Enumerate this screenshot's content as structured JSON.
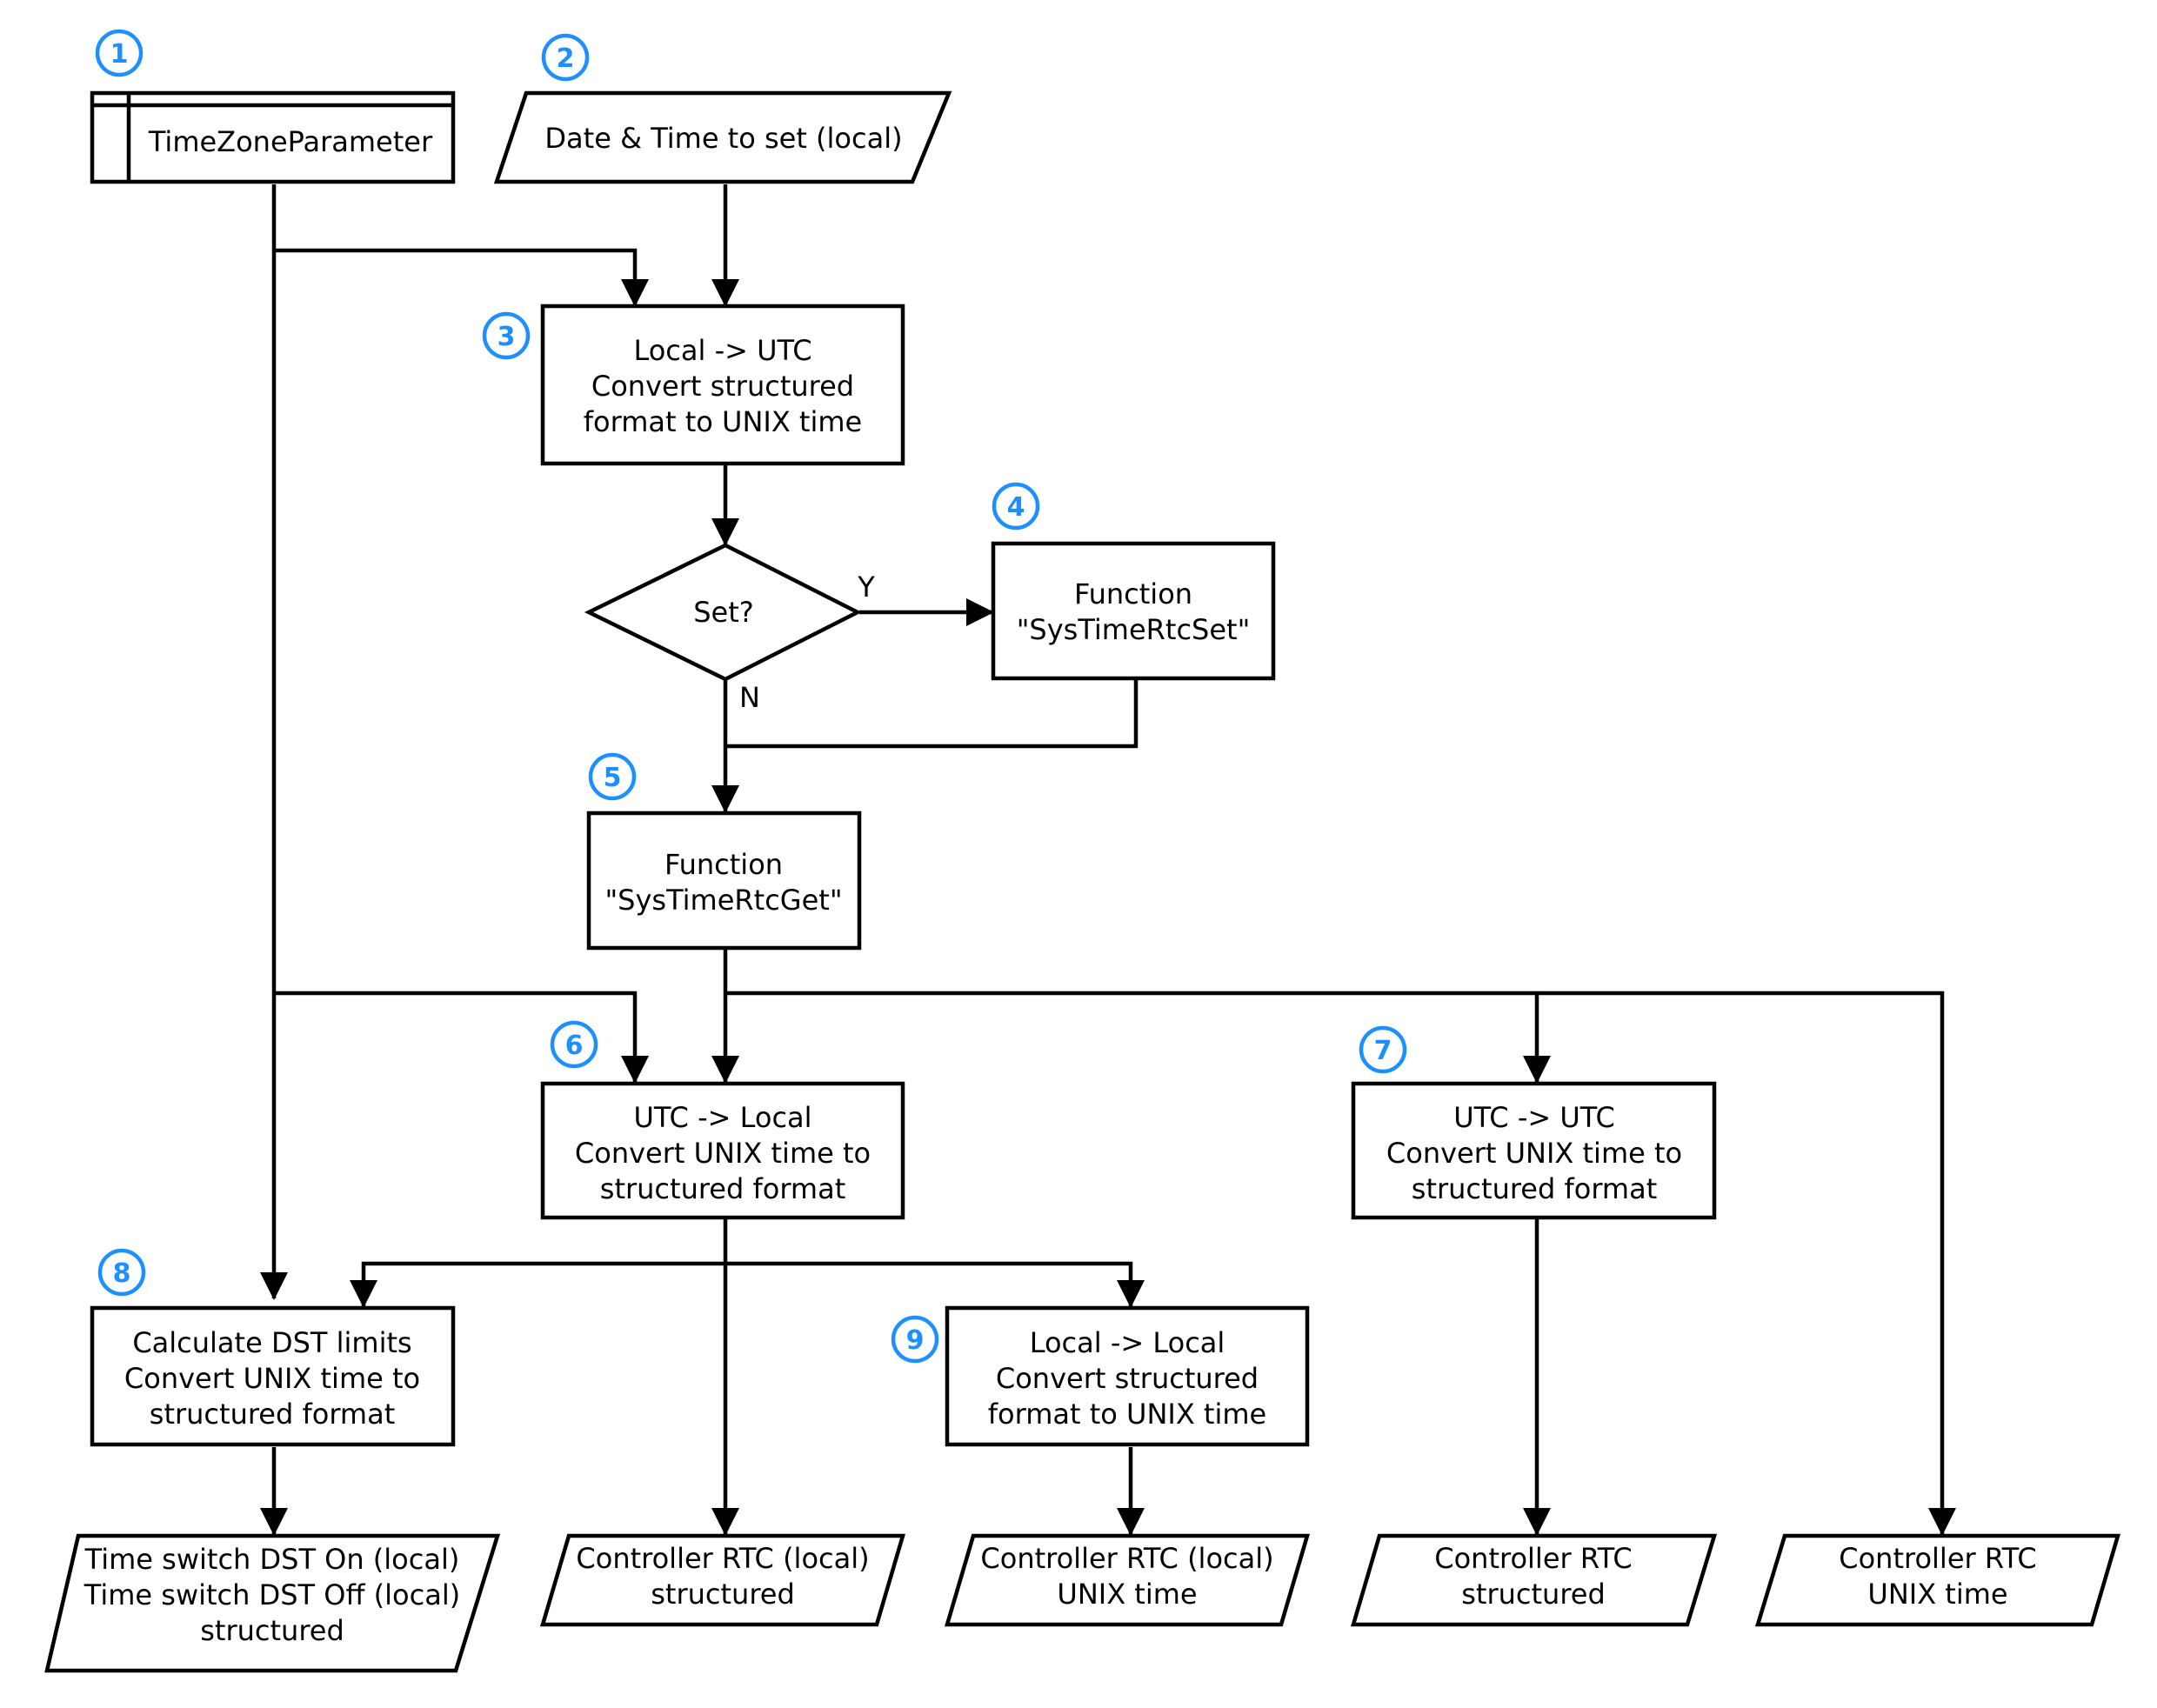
{
  "colors": {
    "badge": "#1e8fff",
    "stroke": "#000000",
    "background": "#ffffff"
  },
  "nodes": {
    "tz_param": {
      "shape": "predefined-process",
      "lines": [
        "TimeZoneParameter"
      ]
    },
    "datetime_input": {
      "shape": "data",
      "lines": [
        "Date & Time to set (local)"
      ]
    },
    "local_to_utc": {
      "shape": "process",
      "lines": [
        "Local -> UTC",
        "Convert structured",
        "format to UNIX time"
      ]
    },
    "set_decision": {
      "shape": "decision",
      "lines": [
        "Set?"
      ],
      "yes_label": "Y",
      "no_label": "N"
    },
    "rtc_set": {
      "shape": "process",
      "lines": [
        "Function",
        "\"SysTimeRtcSet\""
      ]
    },
    "rtc_get": {
      "shape": "process",
      "lines": [
        "Function",
        "\"SysTimeRtcGet\""
      ]
    },
    "utc_to_local": {
      "shape": "process",
      "lines": [
        "UTC -> Local",
        "Convert UNIX time to",
        "structured format"
      ]
    },
    "utc_to_utc": {
      "shape": "process",
      "lines": [
        "UTC -> UTC",
        "Convert UNIX time to",
        "structured format"
      ]
    },
    "calc_dst": {
      "shape": "process",
      "lines": [
        "Calculate DST limits",
        "Convert UNIX time to",
        "structured format"
      ]
    },
    "local_to_local": {
      "shape": "process",
      "lines": [
        "Local -> Local",
        "Convert structured",
        "format to UNIX time"
      ]
    },
    "out_dst": {
      "shape": "data",
      "lines": [
        "Time switch DST On (local)",
        "Time switch DST Off (local)",
        "structured"
      ]
    },
    "out_rtc_local_struct": {
      "shape": "data",
      "lines": [
        "Controller RTC (local)",
        "structured"
      ]
    },
    "out_rtc_local_unix": {
      "shape": "data",
      "lines": [
        "Controller RTC (local)",
        "UNIX time"
      ]
    },
    "out_rtc_struct": {
      "shape": "data",
      "lines": [
        "Controller RTC",
        "structured"
      ]
    },
    "out_rtc_unix": {
      "shape": "data",
      "lines": [
        "Controller RTC",
        "UNIX time"
      ]
    }
  },
  "badges": [
    "1",
    "2",
    "3",
    "4",
    "5",
    "6",
    "7",
    "8",
    "9"
  ]
}
